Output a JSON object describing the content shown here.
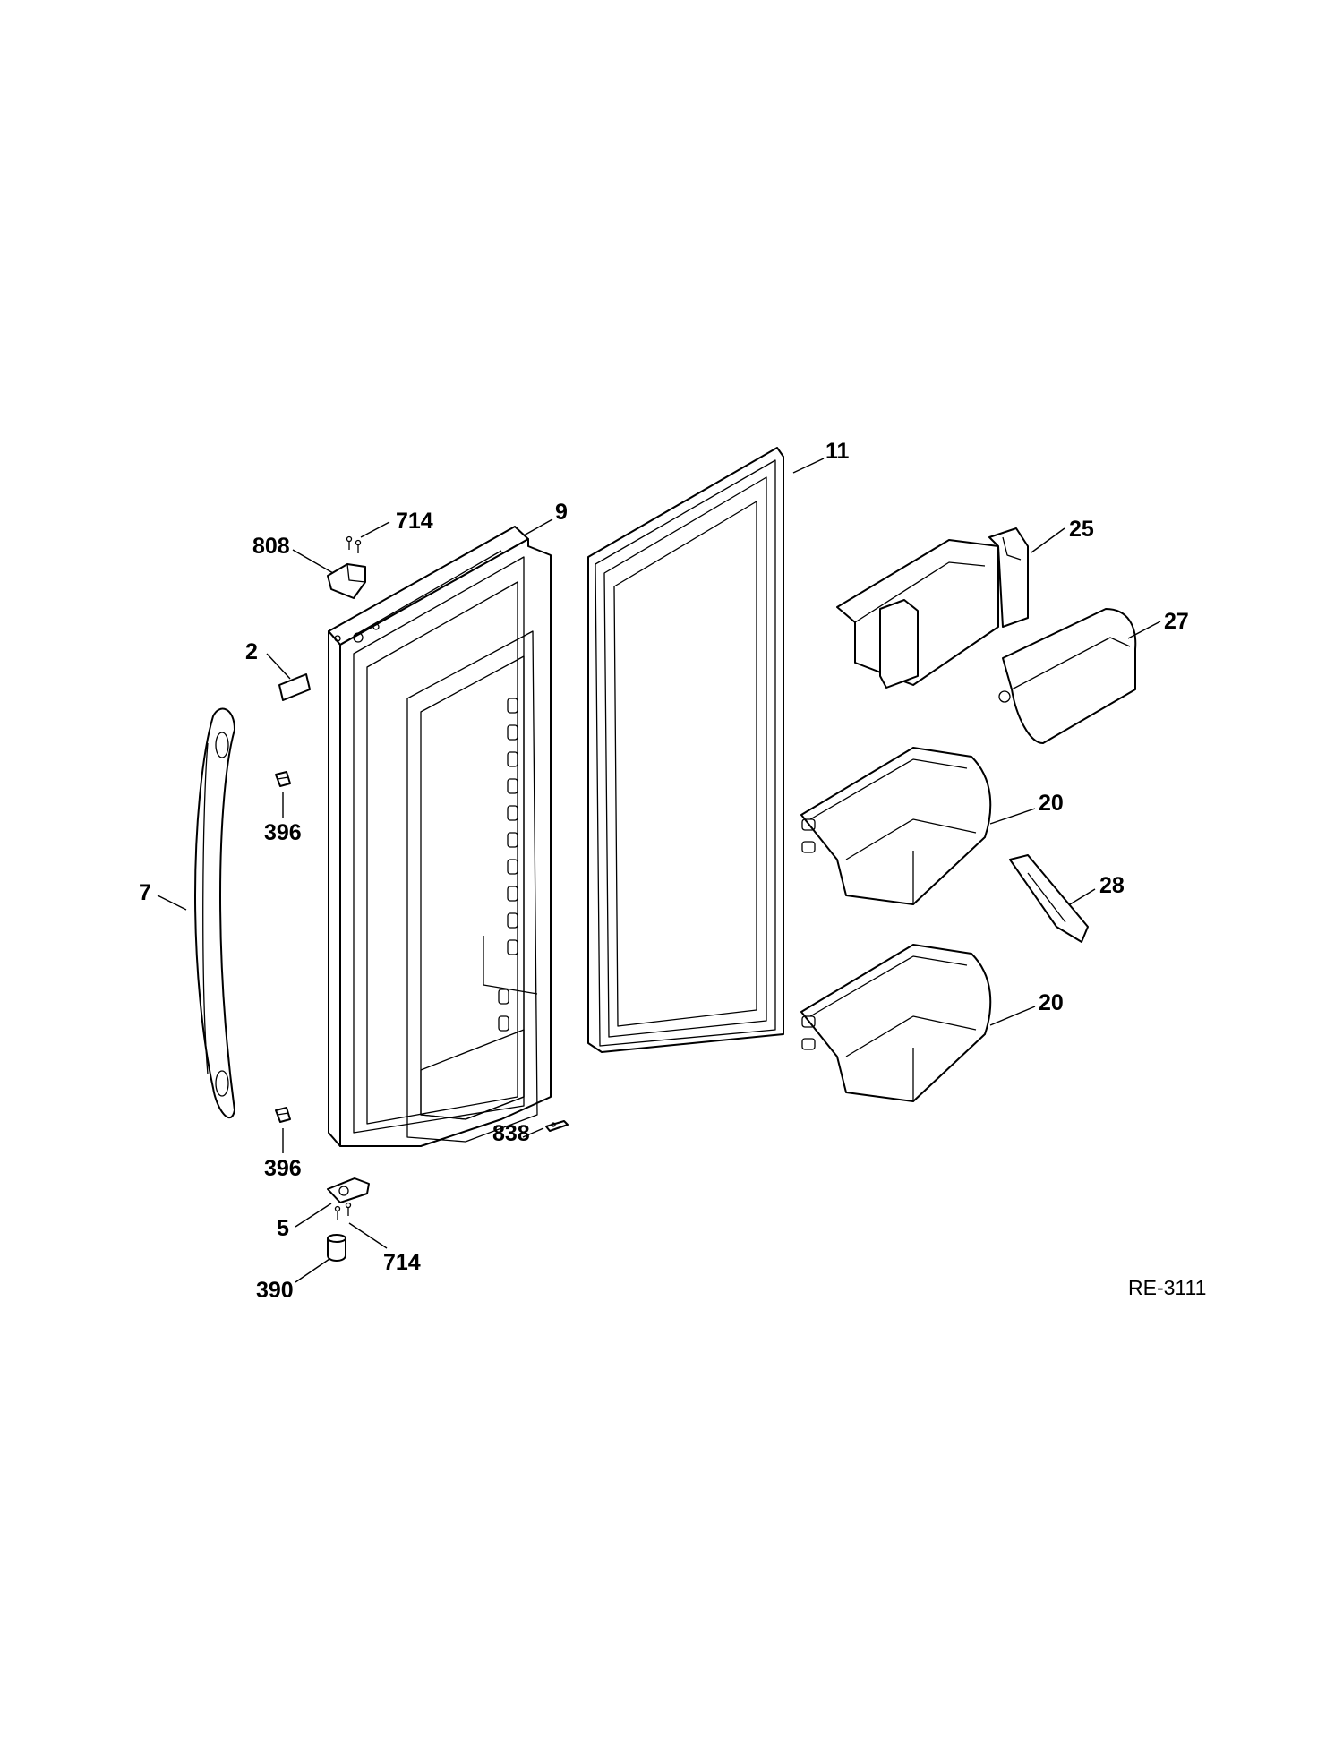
{
  "callouts": {
    "c11": "11",
    "c9": "9",
    "c714_top": "714",
    "c808": "808",
    "c2": "2",
    "c25": "25",
    "c27": "27",
    "c20_top": "20",
    "c28": "28",
    "c20_bottom": "20",
    "c7": "7",
    "c396_top": "396",
    "c396_bottom": "396",
    "c838": "838",
    "c5": "5",
    "c714_bottom": "714",
    "c390": "390"
  },
  "drawing_reference": "RE-3111"
}
